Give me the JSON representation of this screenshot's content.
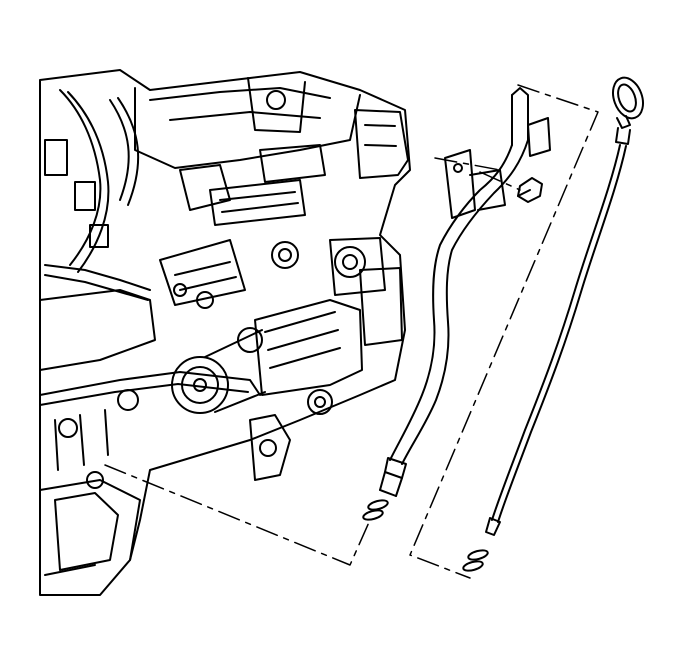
{
  "diagram": {
    "style": "black line-art exploded technical illustration",
    "colors": {
      "line": "#000000",
      "background": "#ffffff"
    },
    "parts": [
      {
        "name": "engine-block"
      },
      {
        "name": "starter-motor"
      },
      {
        "name": "oil-level-indicator-tube"
      },
      {
        "name": "tube-mounting-bolt"
      },
      {
        "name": "oil-level-indicator-dipstick"
      },
      {
        "name": "tube-o-ring-seal"
      },
      {
        "name": "dipstick-o-ring-seal"
      }
    ]
  }
}
